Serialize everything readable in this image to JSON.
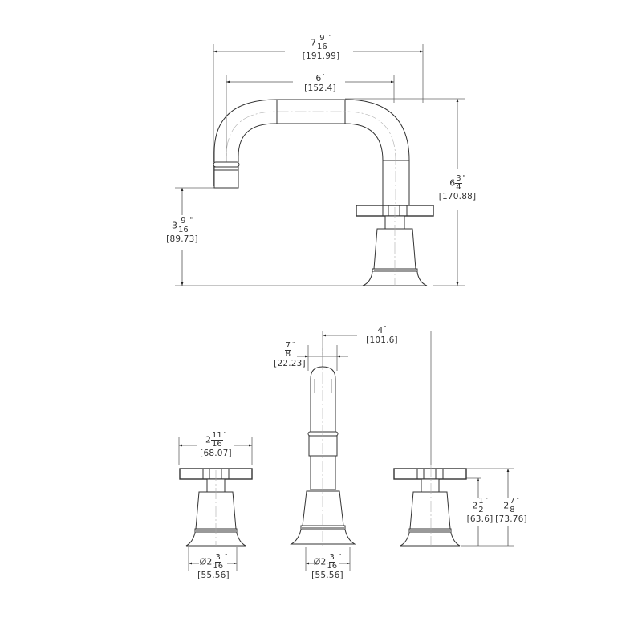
{
  "title": "Widespread lavatory faucet dimensional drawing",
  "units": {
    "primary": "inch",
    "secondary": "mm"
  },
  "colors": {
    "line": "#333333",
    "dim_line": "#555555",
    "center_line": "#999999",
    "background": "#ffffff"
  },
  "views": {
    "side_view": {
      "dimensions": {
        "overall_width": {
          "whole": "7",
          "num": "9",
          "den": "16",
          "inch": "\"",
          "mm": "[191.99]"
        },
        "spout_reach": {
          "whole": "6",
          "num": "",
          "den": "",
          "inch": "\"",
          "mm": "[152.4]"
        },
        "overall_height": {
          "whole": "6",
          "num": "3",
          "den": "4",
          "inch": "\"",
          "mm": "[170.88]"
        },
        "spout_height": {
          "whole": "3",
          "num": "9",
          "den": "16",
          "inch": "\"",
          "mm": "[89.73]"
        }
      }
    },
    "front_view": {
      "dimensions": {
        "spout_diameter": {
          "whole": "",
          "num": "7",
          "den": "8",
          "inch": "\"",
          "mm": "[22.23]"
        },
        "spread_half": {
          "whole": "4",
          "num": "",
          "den": "",
          "inch": "\"",
          "mm": "[101.6]"
        },
        "handle_width": {
          "whole": "2",
          "num": "11",
          "den": "16",
          "inch": "\"",
          "mm": "[68.07]"
        },
        "handle_base_dia": {
          "prefix": "Ø",
          "whole": "2",
          "num": "3",
          "den": "16",
          "inch": "\"",
          "mm": "[55.56]"
        },
        "spout_base_dia": {
          "prefix": "Ø",
          "whole": "2",
          "num": "3",
          "den": "16",
          "inch": "\"",
          "mm": "[55.56]"
        },
        "handle_height_low": {
          "whole": "2",
          "num": "1",
          "den": "2",
          "inch": "\"",
          "mm": "[63.6]"
        },
        "handle_height_top": {
          "whole": "2",
          "num": "7",
          "den": "8",
          "inch": "\"",
          "mm": "[73.76]"
        }
      }
    }
  }
}
